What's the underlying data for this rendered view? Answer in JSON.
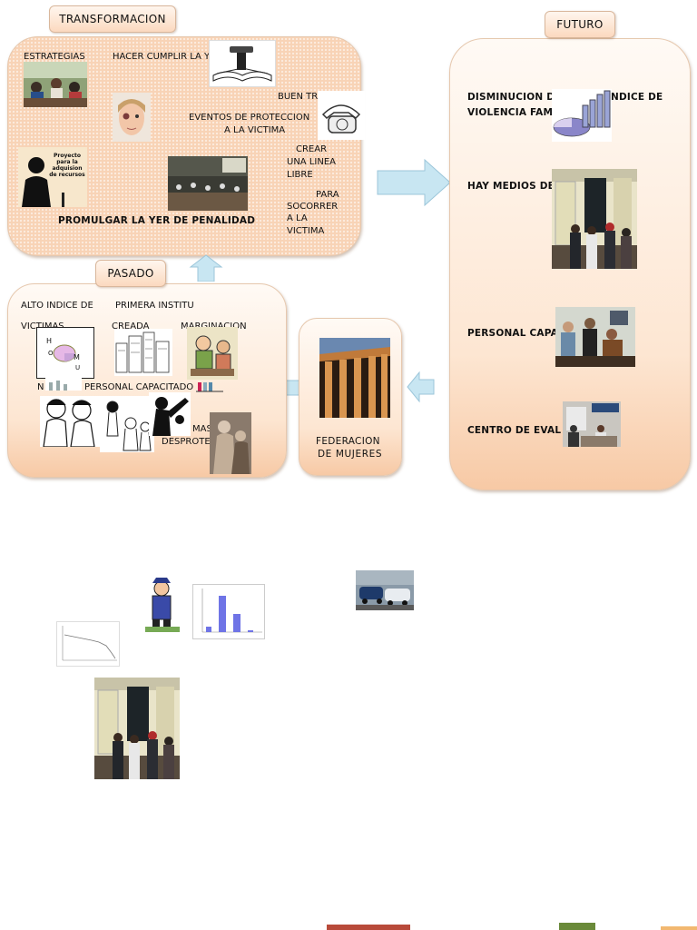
{
  "transformacion": {
    "tab": "TRANSFORMACION",
    "estrategias": "ESTRATEGIAS",
    "hacer_cumplir": "HACER CUMPLIR LA Y",
    "buen_trato": "BUEN TR",
    "eventos_line1": "EVENTOS DE PROTECCION",
    "eventos_line2": "A LA VICTIMA",
    "linea_line1": "CREAR",
    "linea_line2": "UNA LINEA",
    "linea_line3": "LIBRE",
    "socorrer_line1": "PARA",
    "socorrer_line2": "SOCORRER",
    "socorrer_line3": "A LA",
    "socorrer_line4": "VICTIMA",
    "promulgar": "PROMULGAR LA YER DE PENALIDAD",
    "proyecto_caption": "Proyecto para la adquision de recursos"
  },
  "futuro": {
    "tab": "FUTURO",
    "item1_line1": "DISMINUCION D",
    "item1_tail": "NDICE DE",
    "item1_line2": "VIOLENCIA FAM",
    "item2": "HAY MEDIOS DE",
    "item3": "PERSONAL CAPA",
    "item4": "CENTRO DE EVAL"
  },
  "pasado": {
    "tab": "PASADO",
    "alto_indice": "ALTO INDICE DE",
    "primera_inst": "PRIMERA INSTITU",
    "victimas": "VICTIMAS",
    "creada": "CREADA",
    "marginacion": "MARGINACION",
    "personal": "PERSONAL CAPACITADO",
    "n_prefix": "N",
    "mas": "MAS",
    "desprote": "DESPROTE",
    "chart_letters": [
      "H",
      "M",
      "O",
      "U"
    ]
  },
  "federacion": {
    "line1": "FEDERACION",
    "line2": "DE MUJERES"
  },
  "colors": {
    "panel_peach": "#f8d3b6",
    "arrow_blue": "#bfe0ee",
    "bar_blue": "#6f74e6"
  }
}
